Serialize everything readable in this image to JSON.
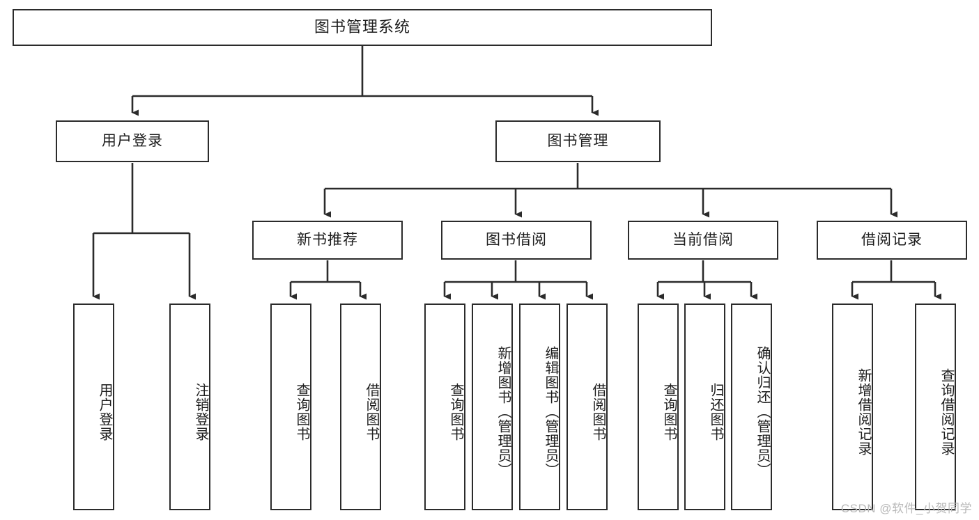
{
  "diagram": {
    "title": "图书管理系统",
    "watermark": "CSDN @软件_小贺同学",
    "line_color": "#2b2b2b",
    "box_fill": "#ffffff",
    "text_color": "#1d1d1d"
  },
  "nodes": {
    "root": {
      "label": "图书管理系统"
    },
    "level2": [
      {
        "label": "用户登录"
      },
      {
        "label": "图书管理"
      }
    ],
    "level3": [
      {
        "label": "新书推荐"
      },
      {
        "label": "图书借阅"
      },
      {
        "label": "当前借阅"
      },
      {
        "label": "借阅记录"
      }
    ],
    "leaves": {
      "user_login": [
        {
          "label": "用户登录"
        },
        {
          "label": "注销登录"
        }
      ],
      "new_book_recommend": [
        {
          "label": "查询图书"
        },
        {
          "label": "借阅图书"
        }
      ],
      "book_borrow": [
        {
          "label": "查询图书"
        },
        {
          "label": "新增图书（管理员）"
        },
        {
          "label": "编辑图书（管理员）"
        },
        {
          "label": "借阅图书"
        }
      ],
      "current_borrow": [
        {
          "label": "查询图书"
        },
        {
          "label": "归还图书"
        },
        {
          "label": "确认归还（管理员）"
        }
      ],
      "borrow_record": [
        {
          "label": "新增借阅记录"
        },
        {
          "label": "查询借阅记录"
        }
      ]
    }
  }
}
